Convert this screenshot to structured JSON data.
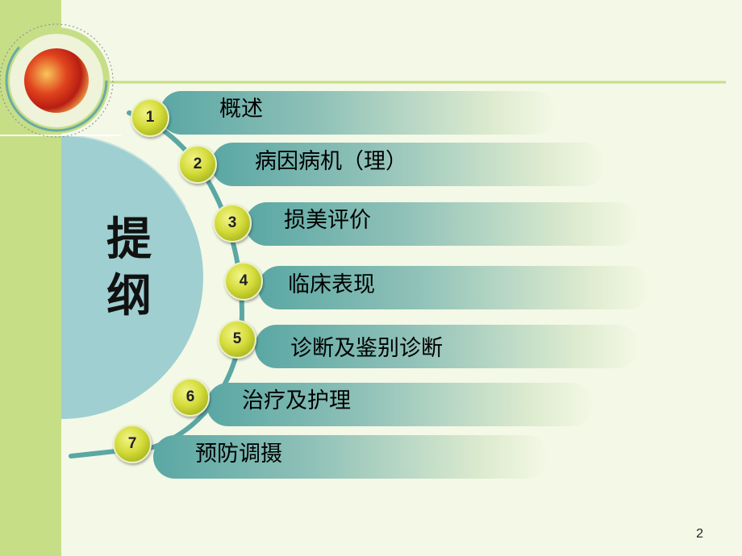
{
  "slide": {
    "title_chars": [
      "提",
      "纲"
    ],
    "page_number": "2",
    "colors": {
      "background": "#f4f8e6",
      "left_strip": "#c6de86",
      "item_bar": "#5aa7a4",
      "circle_panel": "#9fcfd0",
      "number_badge": "#d4dc3a"
    }
  },
  "outline": {
    "items": [
      {
        "number": "1",
        "label": "概述"
      },
      {
        "number": "2",
        "label": "病因病机（理）"
      },
      {
        "number": "3",
        "label": "损美评价"
      },
      {
        "number": "4",
        "label": "临床表现"
      },
      {
        "number": "5",
        "label": "诊断及鉴别诊断"
      },
      {
        "number": "6",
        "label": "治疗及护理"
      },
      {
        "number": "7",
        "label": "预防调摄"
      }
    ]
  },
  "icons": {
    "logo": "capsule-photo-icon"
  }
}
